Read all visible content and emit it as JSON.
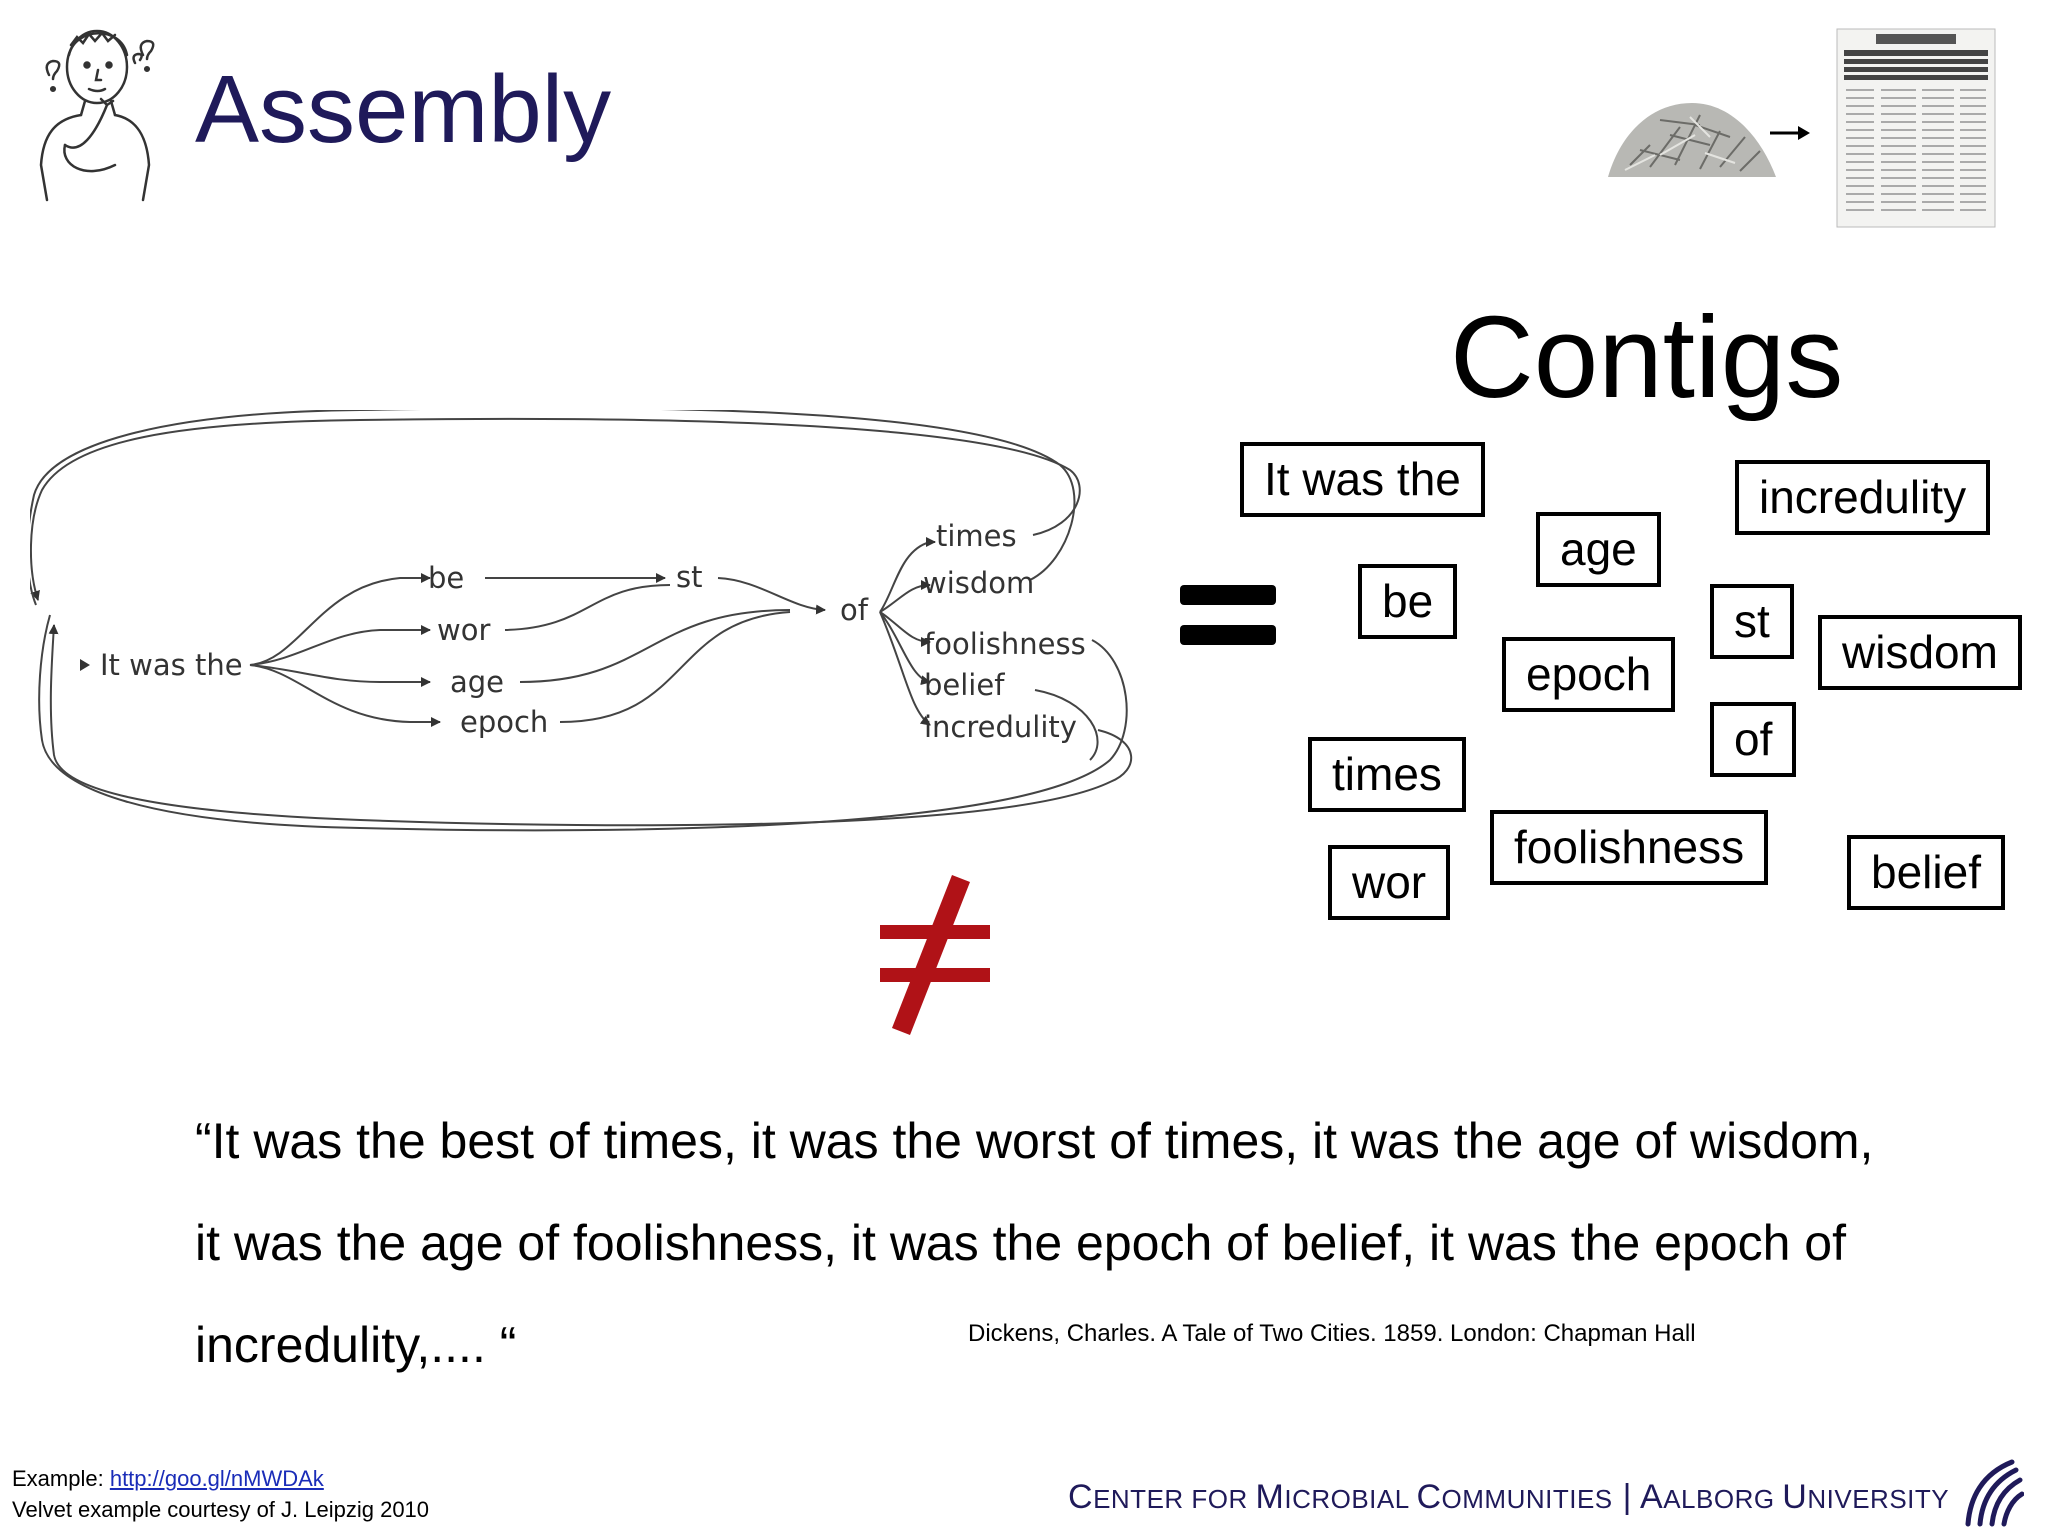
{
  "slide": {
    "title": "Assembly",
    "contigs_heading": "Contigs"
  },
  "graph": {
    "nodes": {
      "start": "It was the",
      "be": "be",
      "wor": "wor",
      "age": "age",
      "epoch": "epoch",
      "st": "st",
      "of": "of",
      "times": "times",
      "wisdom": "wisdom",
      "foolishness": "foolishness",
      "belief": "belief",
      "incredulity": "incredulity"
    }
  },
  "contigs": {
    "it_was_the": "It was the",
    "age": "age",
    "incredulity": "incredulity",
    "be": "be",
    "st": "st",
    "wisdom": "wisdom",
    "epoch": "epoch",
    "of": "of",
    "times": "times",
    "foolishness": "foolishness",
    "wor": "wor",
    "belief": "belief"
  },
  "quote": {
    "text": "“It was the best of times, it was the worst of times, it was the age of wisdom, it was the age of foolishness, it was the epoch of belief, it was the epoch of incredulity,.... “",
    "citation": "Dickens, Charles. A Tale of Two Cities. 1859. London: Chapman Hall"
  },
  "footer": {
    "example_label": "Example: ",
    "example_link": "http://goo.gl/nMWDAk",
    "credit": "Velvet example courtesy of J. Leipzig 2010",
    "brand": {
      "c1": "C",
      "r1": "ENTER FOR ",
      "c2": "M",
      "r2": "ICROBIAL ",
      "c3": "C",
      "r3": "OMMUNITIES",
      "sep": " | ",
      "c4": "A",
      "r4": "ALBORG ",
      "c5": "U",
      "r5": "NIVERSITY"
    }
  },
  "colors": {
    "title": "#1f1a5a",
    "not_equal": "#b01217",
    "link": "#1a2cb8"
  },
  "icons": [
    "thinking-person-icon",
    "shredded-paper-icon",
    "arrow-right-icon",
    "newspaper-icon",
    "aau-logo-icon"
  ]
}
